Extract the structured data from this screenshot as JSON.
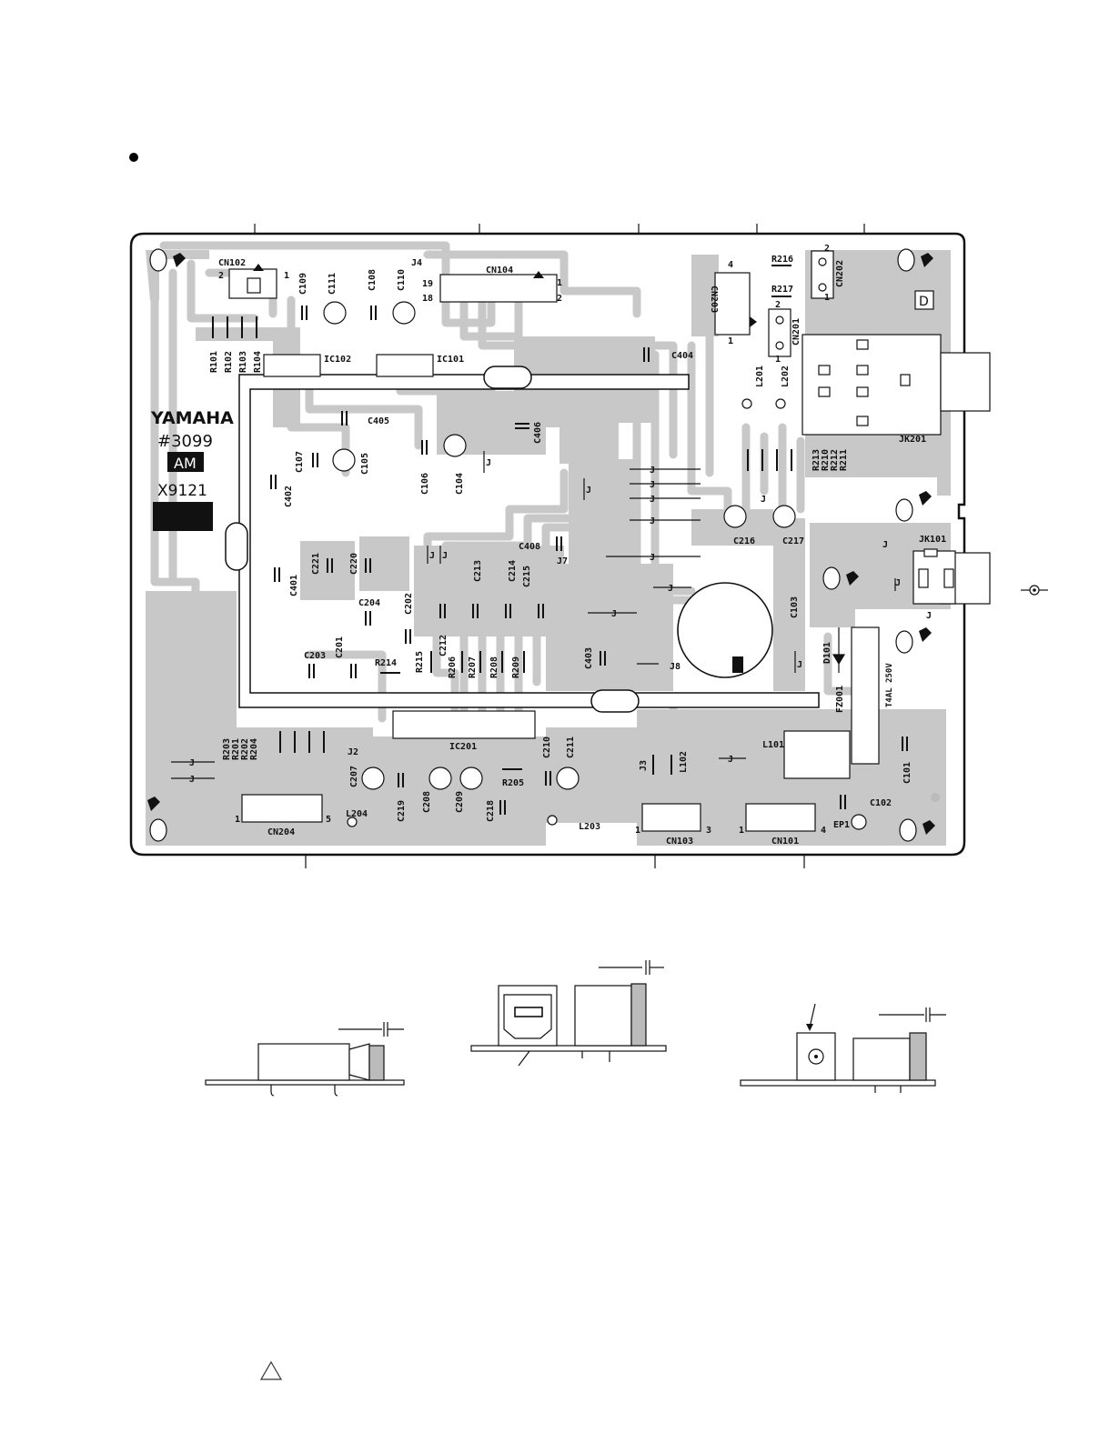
{
  "board": {
    "brand": "YAMAHA",
    "part_number": "#3099",
    "band": "AM",
    "code": "X9121",
    "side_mark": "D",
    "fuse_rating": "T4AL 250V"
  },
  "components": [
    {
      "ref": "CN102"
    },
    {
      "ref": "C109"
    },
    {
      "ref": "C111"
    },
    {
      "ref": "C108"
    },
    {
      "ref": "C110"
    },
    {
      "ref": "J4"
    },
    {
      "ref": "CN104"
    },
    {
      "ref": "CN203"
    },
    {
      "ref": "R216"
    },
    {
      "ref": "R217"
    },
    {
      "ref": "CN202"
    },
    {
      "ref": "CN201"
    },
    {
      "ref": "R101"
    },
    {
      "ref": "R102"
    },
    {
      "ref": "R103"
    },
    {
      "ref": "R104"
    },
    {
      "ref": "IC102"
    },
    {
      "ref": "IC101"
    },
    {
      "ref": "C404"
    },
    {
      "ref": "L201"
    },
    {
      "ref": "L202"
    },
    {
      "ref": "C405"
    },
    {
      "ref": "C406"
    },
    {
      "ref": "JK201"
    },
    {
      "ref": "C107"
    },
    {
      "ref": "C105"
    },
    {
      "ref": "C106"
    },
    {
      "ref": "C104"
    },
    {
      "ref": "C402"
    },
    {
      "ref": "R213"
    },
    {
      "ref": "R210"
    },
    {
      "ref": "R212"
    },
    {
      "ref": "R211"
    },
    {
      "ref": "C216"
    },
    {
      "ref": "C217"
    },
    {
      "ref": "C408"
    },
    {
      "ref": "J7"
    },
    {
      "ref": "JK101"
    },
    {
      "ref": "C401"
    },
    {
      "ref": "C221"
    },
    {
      "ref": "C220"
    },
    {
      "ref": "C213"
    },
    {
      "ref": "C214"
    },
    {
      "ref": "C215"
    },
    {
      "ref": "C103"
    },
    {
      "ref": "C204"
    },
    {
      "ref": "C202"
    },
    {
      "ref": "C203"
    },
    {
      "ref": "C201"
    },
    {
      "ref": "R214"
    },
    {
      "ref": "R215"
    },
    {
      "ref": "C212"
    },
    {
      "ref": "R206"
    },
    {
      "ref": "R207"
    },
    {
      "ref": "R208"
    },
    {
      "ref": "R209"
    },
    {
      "ref": "C403"
    },
    {
      "ref": "J8"
    },
    {
      "ref": "D101"
    },
    {
      "ref": "FZ001"
    },
    {
      "ref": "R203"
    },
    {
      "ref": "R201"
    },
    {
      "ref": "R202"
    },
    {
      "ref": "R204"
    },
    {
      "ref": "J2"
    },
    {
      "ref": "IC201"
    },
    {
      "ref": "C210"
    },
    {
      "ref": "C211"
    },
    {
      "ref": "J3"
    },
    {
      "ref": "L102"
    },
    {
      "ref": "L101"
    },
    {
      "ref": "C101"
    },
    {
      "ref": "C207"
    },
    {
      "ref": "C219"
    },
    {
      "ref": "C208"
    },
    {
      "ref": "C209"
    },
    {
      "ref": "C218"
    },
    {
      "ref": "R205"
    },
    {
      "ref": "C102"
    },
    {
      "ref": "L204"
    },
    {
      "ref": "L203"
    },
    {
      "ref": "CN204"
    },
    {
      "ref": "CN103"
    },
    {
      "ref": "CN101"
    },
    {
      "ref": "EP1"
    }
  ],
  "pin_numbers": [
    "2",
    "1",
    "19",
    "18",
    "1",
    "2",
    "4",
    "1",
    "2",
    "1",
    "2",
    "1",
    "1",
    "5",
    "1",
    "3",
    "1",
    "4"
  ],
  "jumper_label": "J",
  "icons": [
    "bullet-icon",
    "mounting-screw-icon",
    "ground-symbol-icon",
    "caution-triangle-icon"
  ]
}
